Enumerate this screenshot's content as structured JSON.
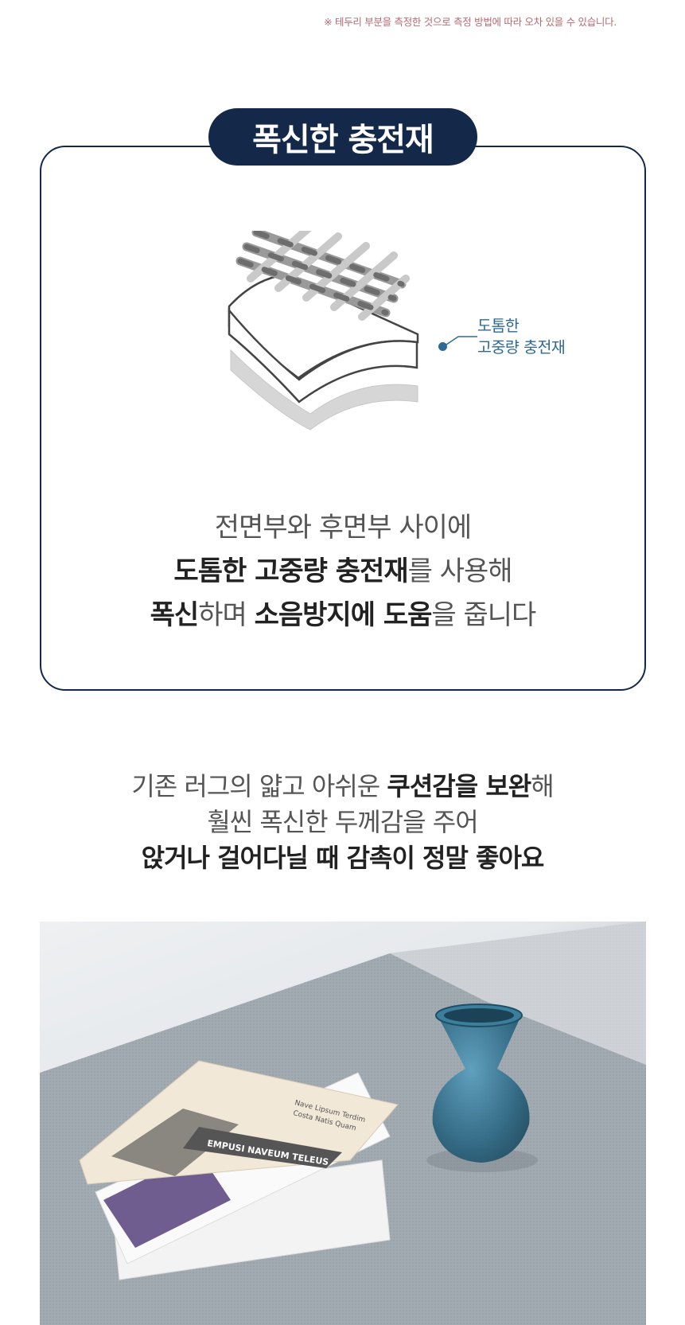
{
  "note": "※ 테두리 부분을 측정한 것으로 측정 방법에 따라 오차 있을 수 있습니다.",
  "card": {
    "title": "폭신한 충전재",
    "callout": {
      "line1": "도톰한",
      "line2": "고중량 충전재"
    },
    "copy": {
      "l1": "전면부와 후면부 사이에",
      "l2_bold": "도톰한 고중량 충전재",
      "l2_rest": "를 사용해",
      "l3_bold1": "폭신",
      "l3_mid": "하며 ",
      "l3_bold2": "소음방지에 도움",
      "l3_rest": "을 줍니다"
    }
  },
  "section": {
    "l1_pre": "기존 러그의 얇고 아쉬운 ",
    "l1_bold": "쿠션감을 보완",
    "l1_post": "해",
    "l2": "훨씬 폭신한 두께감을 주어",
    "l3_bold": "앉거나 걸어다닐 때 감촉이 정말 좋아요"
  },
  "photo": {
    "magazine_headline": "EMPUSI NAVEUM TELEUS",
    "magazine_sub1": "Nave Lipsum Terdim",
    "magazine_sub2": "Costa Natis Quam"
  },
  "colors": {
    "navy": "#14294a",
    "callout": "#2f6a96",
    "note": "#b56a72",
    "vase": "#2e6f8a"
  }
}
